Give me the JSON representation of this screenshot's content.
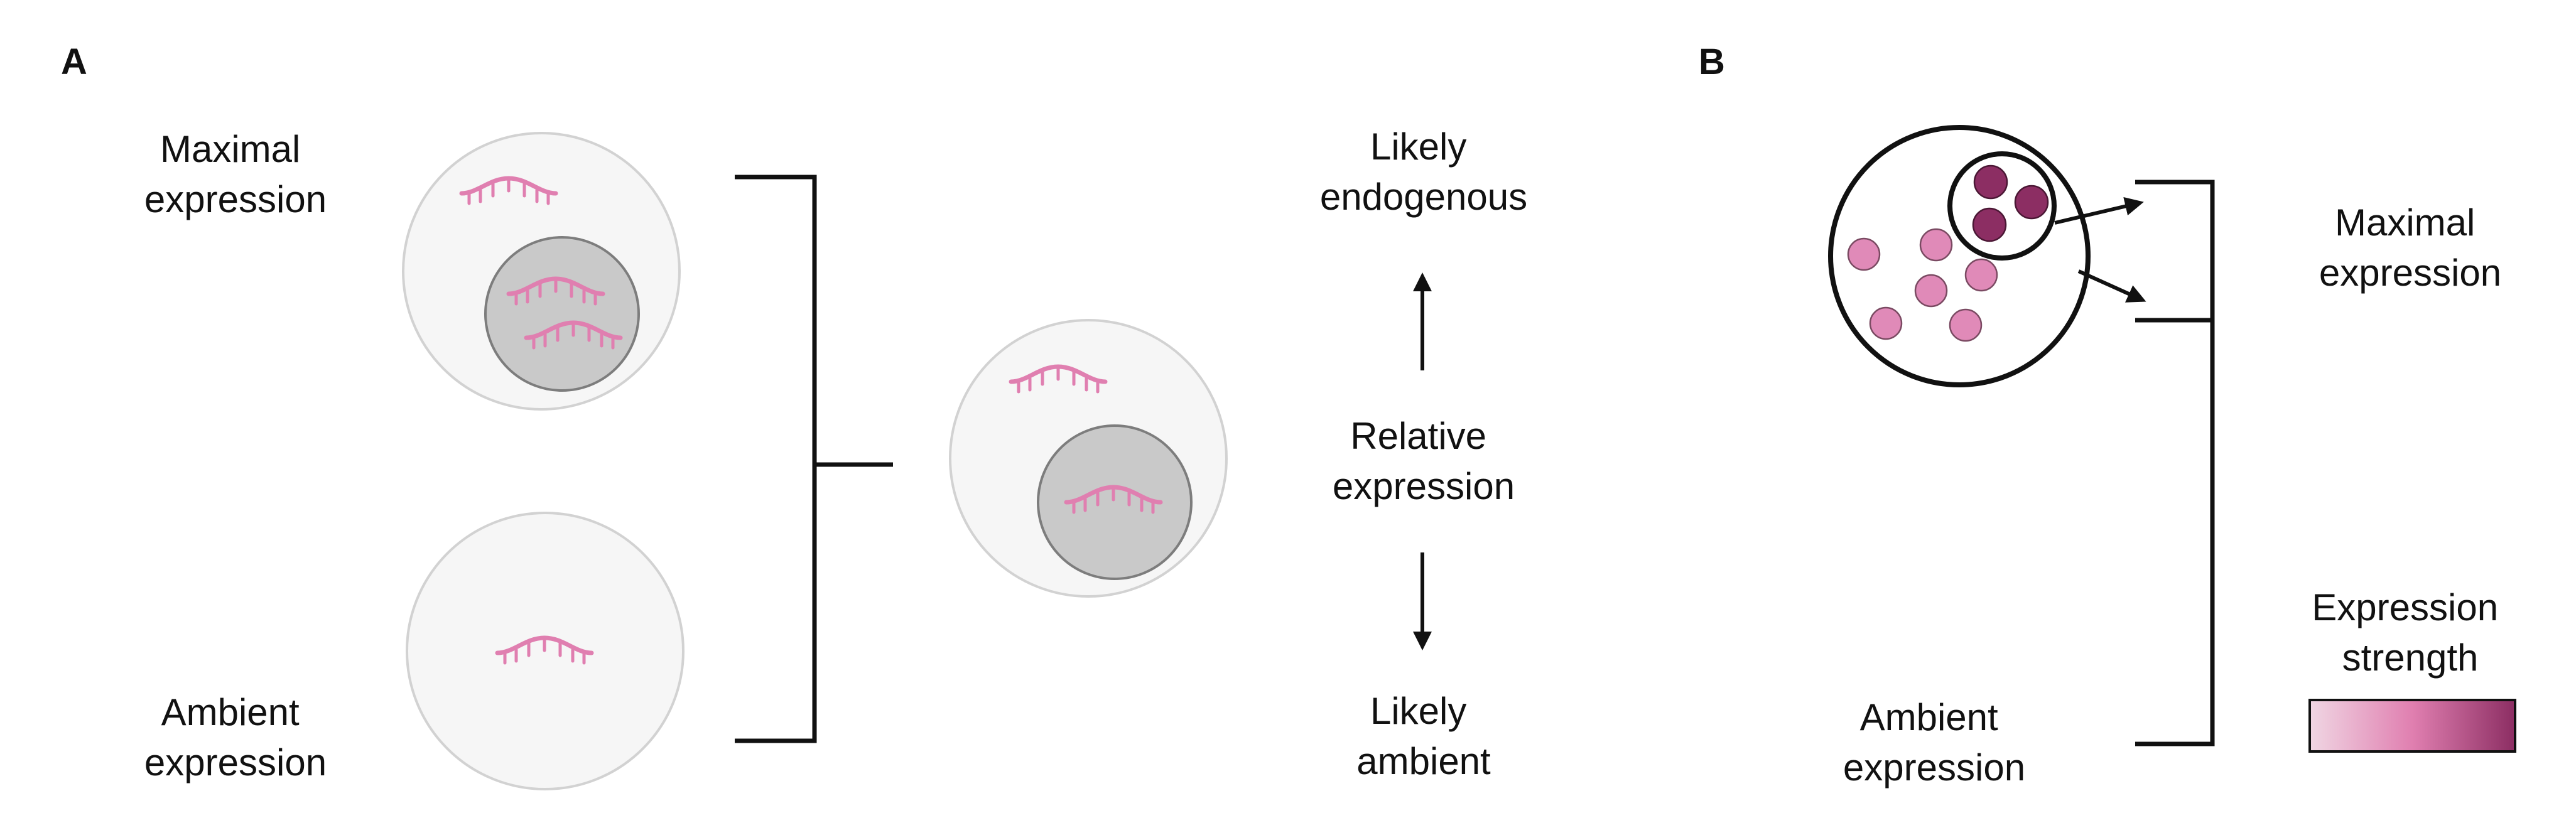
{
  "panel_a": {
    "label": "A",
    "maximal_label": [
      "Maximal",
      "expression"
    ],
    "ambient_label": [
      "Ambient",
      "expression"
    ],
    "likely_endogenous": [
      "Likely",
      "endogenous"
    ],
    "relative_expression": [
      "Relative",
      "expression"
    ],
    "likely_ambient": [
      "Likely",
      "ambient"
    ]
  },
  "panel_b": {
    "label": "B",
    "maximal_label": [
      "Maximal",
      "expression"
    ],
    "ambient_label": [
      "Ambient",
      "expression"
    ],
    "legend_title": [
      "Expression",
      "strength"
    ],
    "legend_gradient": [
      "#f0d6e3",
      "#e07fb0",
      "#8c2e63"
    ]
  },
  "colors": {
    "rna": "#e07fb0",
    "cell_fill": "#f6f6f6",
    "cell_border": "#d2d2d2",
    "nucleus_fill": "#c9c9c9",
    "dot_ambient": "#e08ab8",
    "dot_maximal": "#8c2e63"
  }
}
